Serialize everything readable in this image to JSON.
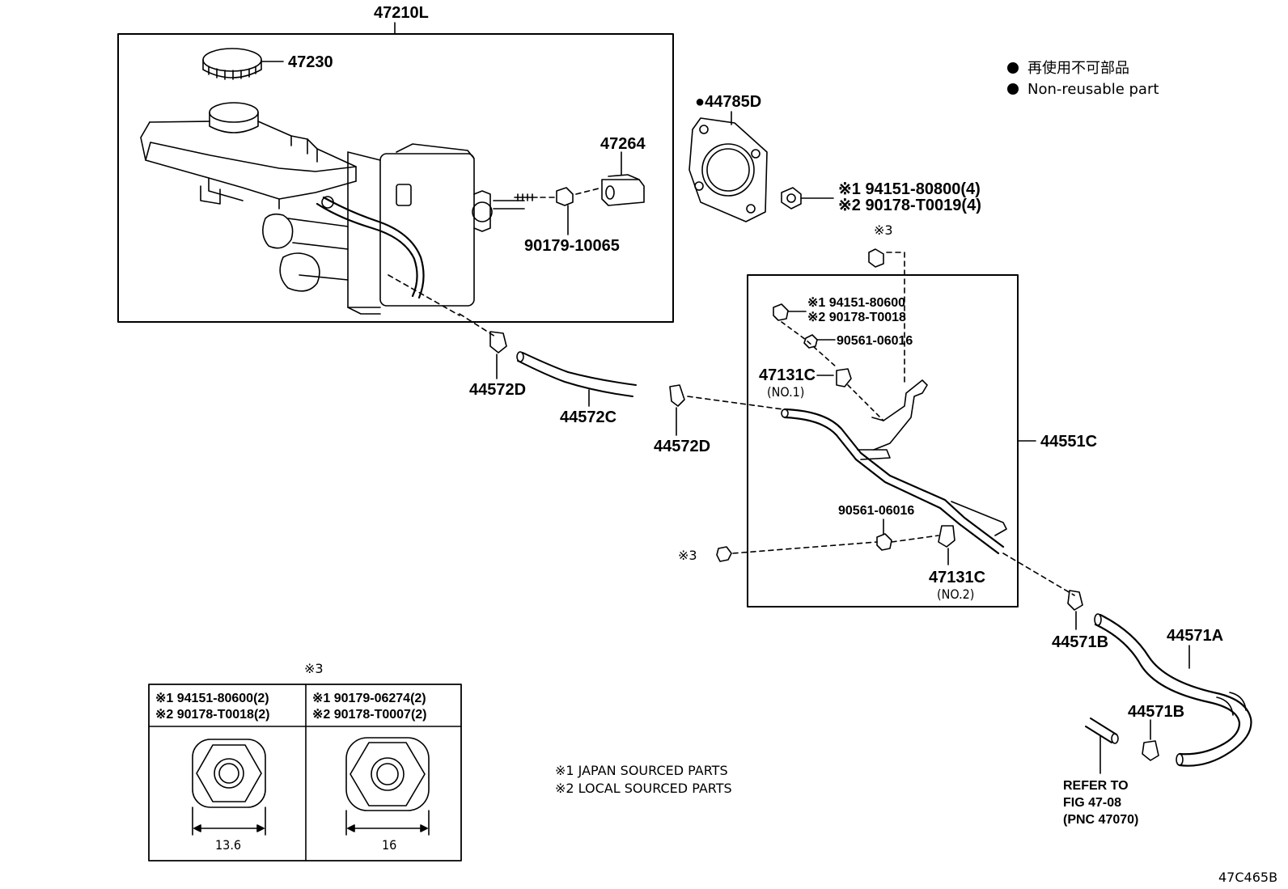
{
  "legend": {
    "line_jp": "再使用不可部品",
    "line_en": "Non-reusable part"
  },
  "labels": {
    "p47210L": "47210L",
    "p47230": "47230",
    "p47264": "47264",
    "p90179_10065": "90179-10065",
    "p44785D": "●44785D",
    "n94151_80800": "※1 94151-80800(4)",
    "n90178_T0019": "※2 90178-T0019(4)",
    "ref3_top": "※3",
    "n94151_80600": "※1 94151-80600",
    "n90178_T0018": "※2 90178-T0018",
    "p90561_06016_a": "90561-06016",
    "p47131C_a": "47131C",
    "p47131C_a_sub": "(NO.1)",
    "p44551C": "44551C",
    "p90561_06016_b": "90561-06016",
    "ref3_mid": "※3",
    "p47131C_b": "47131C",
    "p47131C_b_sub": "(NO.2)",
    "p44572D_a": "44572D",
    "p44572C": "44572C",
    "p44572D_b": "44572D",
    "p44571B_a": "44571B",
    "p44571A": "44571A",
    "p44571B_b": "44571B",
    "refer_1": "REFER TO",
    "refer_2": "FIG 47-08",
    "refer_3": "(PNC 47070)",
    "figure_code": "47C465B"
  },
  "table": {
    "heading": "※3",
    "col1_line1": "※1 94151-80600(2)",
    "col1_line2": "※2 90178-T0018(2)",
    "col2_line1": "※1 90179-06274(2)",
    "col2_line2": "※2 90178-T0007(2)",
    "col1_dim": "13.6",
    "col2_dim": "16"
  },
  "notes": {
    "note1": "※1 JAPAN SOURCED PARTS",
    "note2": "※2 LOCAL SOURCED PARTS"
  }
}
